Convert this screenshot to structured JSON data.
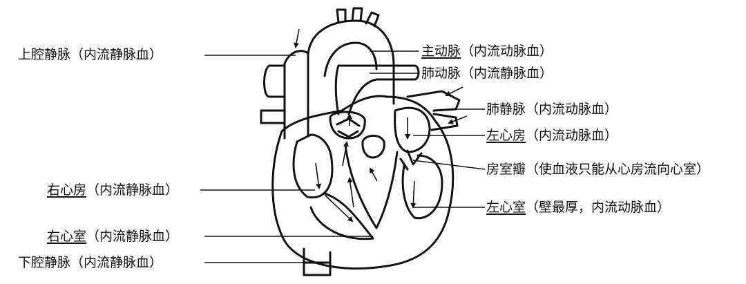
{
  "labels": {
    "svc": {
      "term": "上腔静脉",
      "note": "（内流静脉血）"
    },
    "aorta": {
      "term": "主动脉",
      "note": "（内流动脉血）"
    },
    "pa": {
      "term": "肺动脉",
      "note": "（内流静脉血）"
    },
    "pv": {
      "term": "肺静脉",
      "note": "（内流动脉血）"
    },
    "la": {
      "term": "左心房",
      "note": "（内流动脉血）"
    },
    "valve": {
      "term": "房室瓣",
      "note": "（使血液只能从心房流向心室）"
    },
    "ra": {
      "term": "右心房",
      "note": "（内流静脉血）"
    },
    "lv": {
      "term": "左心室",
      "note": "（壁最厚，内流动脉血）"
    },
    "rv": {
      "term": "右心室",
      "note": "（内流静脉血）"
    },
    "ivc": {
      "term": "下腔静脉",
      "note": "（内流静脉血）"
    }
  }
}
